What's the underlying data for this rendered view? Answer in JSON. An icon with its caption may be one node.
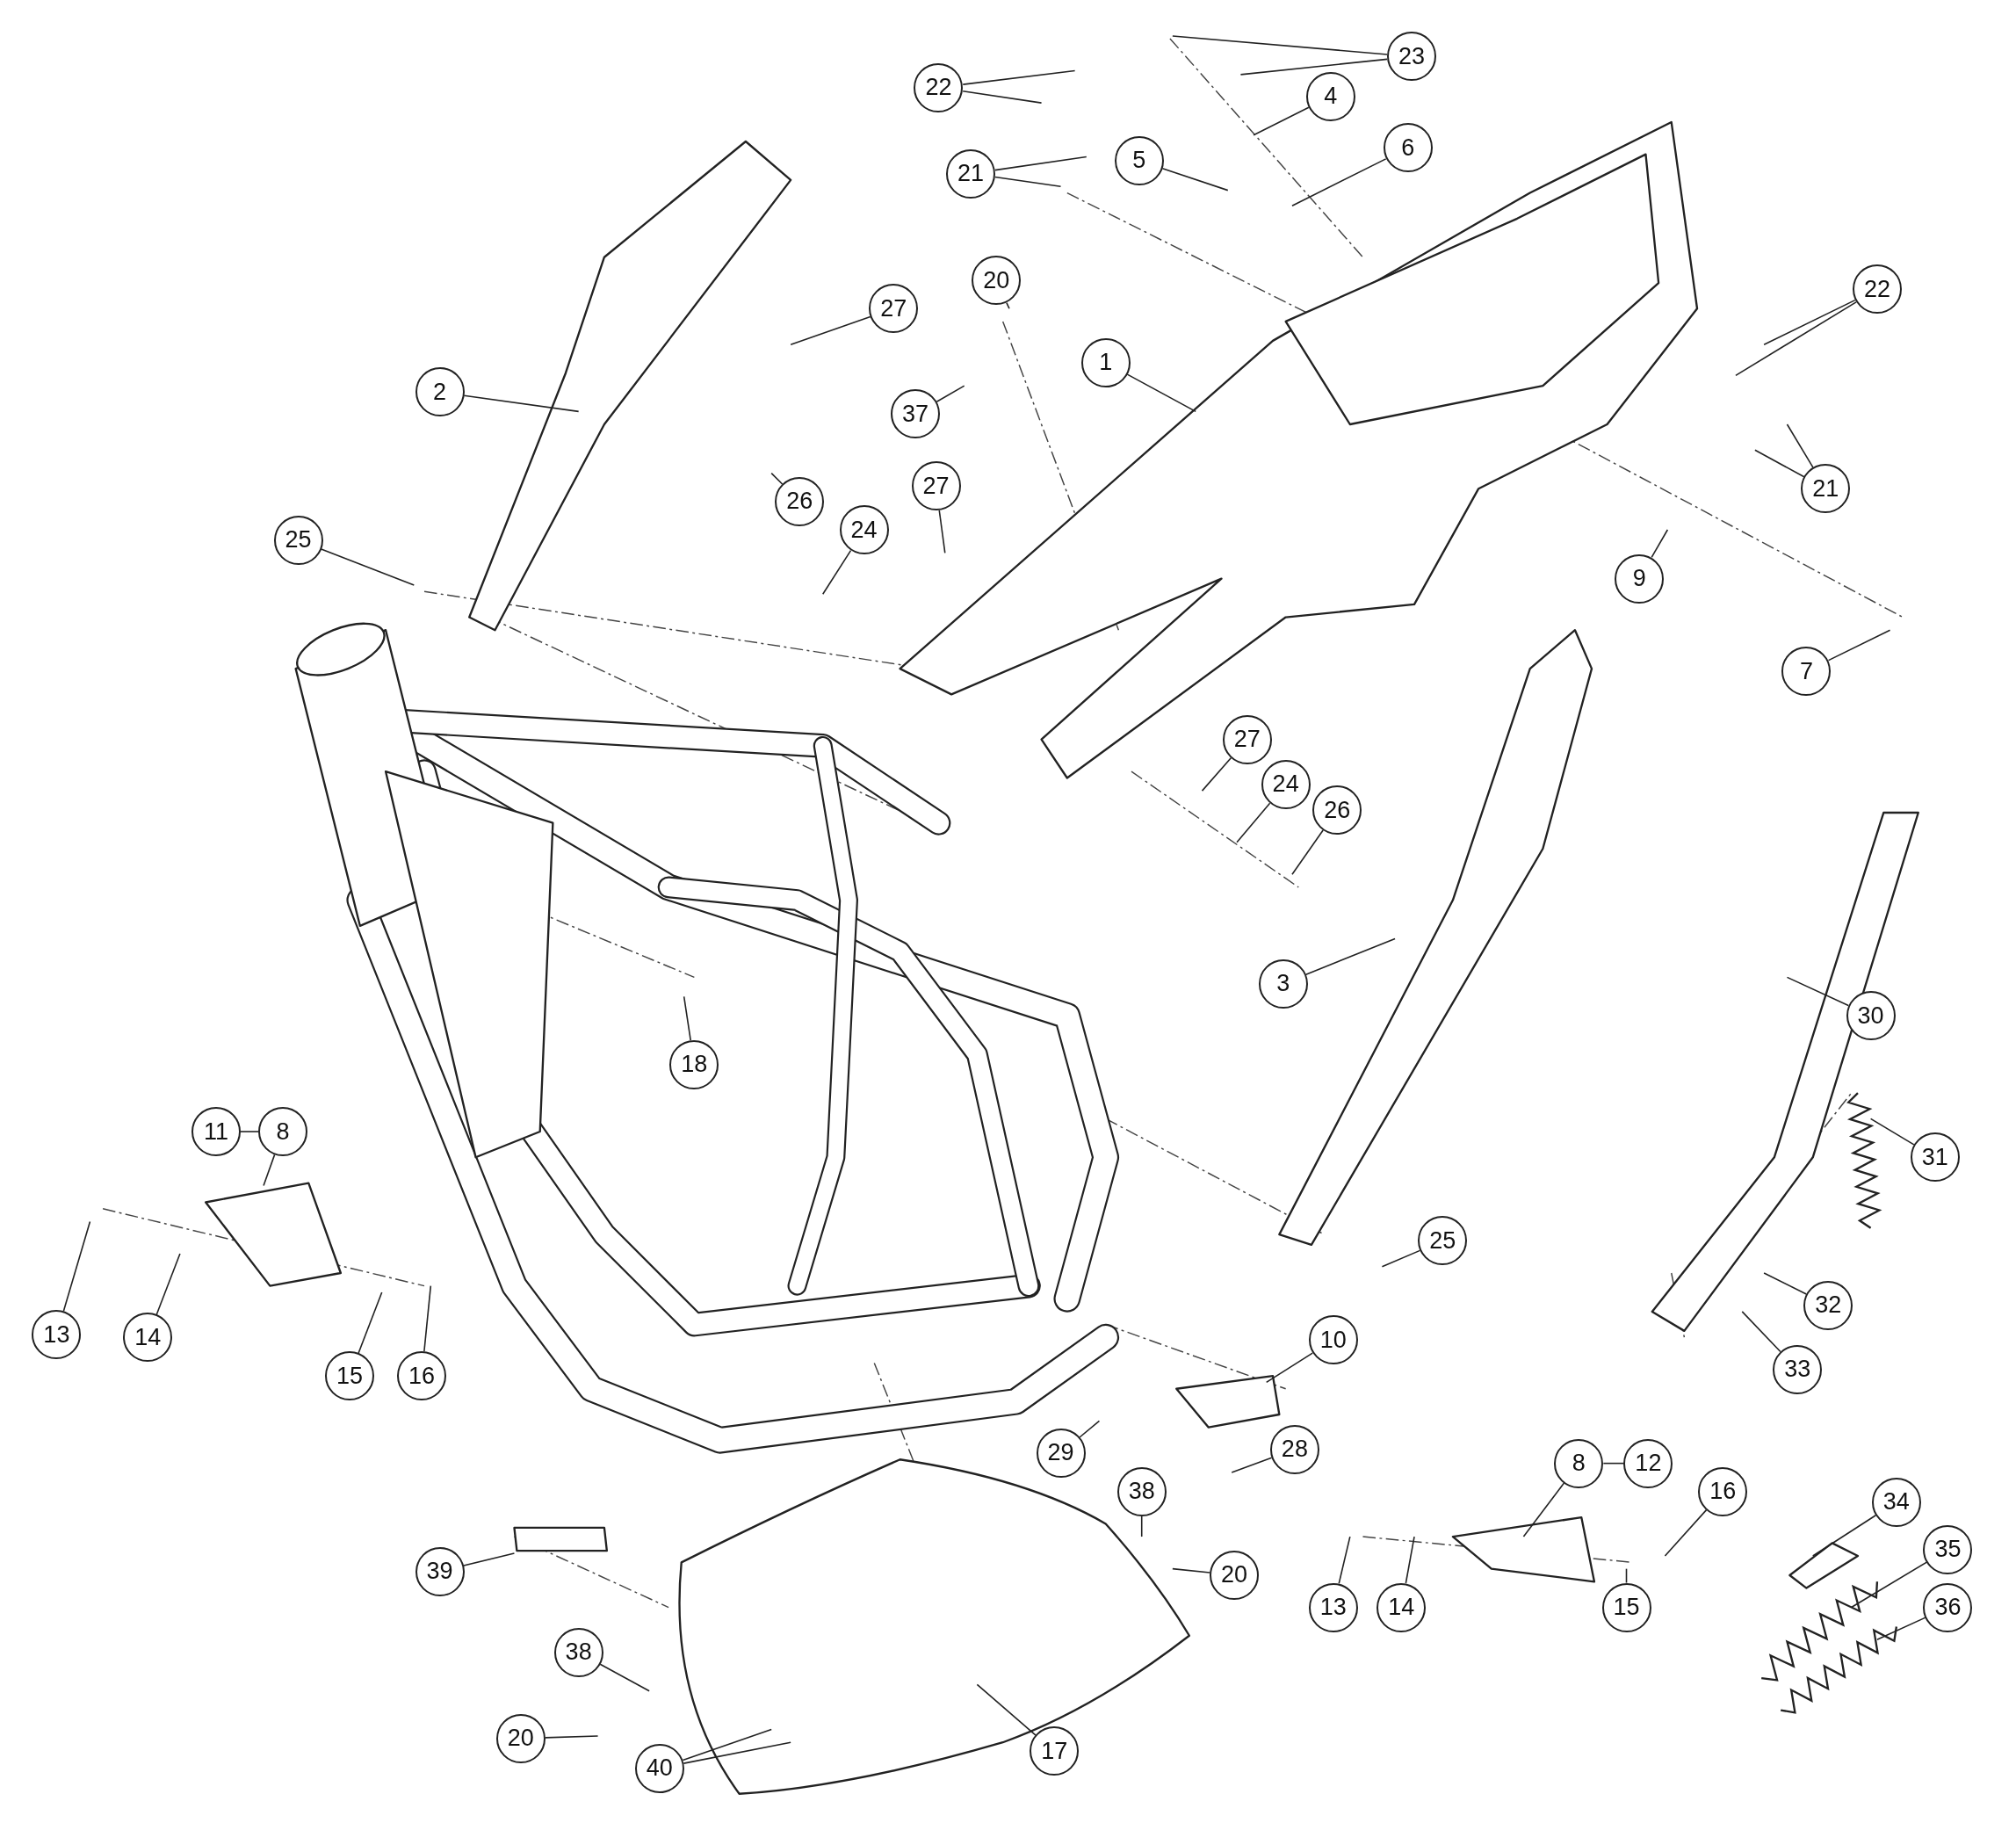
{
  "diagram": {
    "nodes": [
      {
        "text": [
          "22"
        ]
      },
      {
        "text": [
          "23"
        ]
      },
      {
        "text": [
          "4"
        ]
      },
      {
        "text": [
          "21"
        ]
      },
      {
        "text": [
          "5"
        ]
      },
      {
        "text": [
          "6"
        ]
      },
      {
        "text": [
          "27"
        ]
      },
      {
        "text": [
          "2"
        ]
      },
      {
        "text": [
          "20"
        ]
      },
      {
        "text": [
          "37"
        ]
      },
      {
        "text": [
          "1"
        ]
      },
      {
        "text": [
          "22"
        ]
      },
      {
        "text": [
          "21"
        ]
      },
      {
        "text": [
          "26"
        ]
      },
      {
        "text": [
          "24"
        ]
      },
      {
        "text": [
          "27"
        ]
      },
      {
        "text": [
          "25"
        ]
      },
      {
        "text": [
          "9"
        ]
      },
      {
        "text": [
          "7"
        ]
      },
      {
        "text": [
          "27"
        ]
      },
      {
        "text": [
          "24"
        ]
      },
      {
        "text": [
          "26"
        ]
      },
      {
        "text": [
          "3"
        ]
      },
      {
        "text": [
          "30"
        ]
      },
      {
        "text": [
          "18"
        ]
      },
      {
        "text": [
          "31"
        ]
      },
      {
        "text": [
          "11"
        ]
      },
      {
        "text": [
          "8"
        ]
      },
      {
        "text": [
          "13"
        ]
      },
      {
        "text": [
          "14"
        ]
      },
      {
        "text": [
          "15"
        ]
      },
      {
        "text": [
          "16"
        ]
      },
      {
        "text": [
          "25"
        ]
      },
      {
        "text": [
          "32"
        ]
      },
      {
        "text": [
          "33"
        ]
      },
      {
        "text": [
          "10"
        ]
      },
      {
        "text": [
          "29"
        ]
      },
      {
        "text": [
          "28"
        ]
      },
      {
        "text": [
          "38"
        ]
      },
      {
        "text": [
          "8"
        ]
      },
      {
        "text": [
          "12"
        ]
      },
      {
        "text": [
          "16"
        ]
      },
      {
        "text": [
          "34"
        ]
      },
      {
        "text": [
          "39"
        ]
      },
      {
        "text": [
          "20"
        ]
      },
      {
        "text": [
          "35"
        ]
      },
      {
        "text": [
          "36"
        ]
      },
      {
        "text": [
          "13"
        ]
      },
      {
        "text": [
          "14"
        ]
      },
      {
        "text": [
          "15"
        ]
      },
      {
        "text": [
          "38"
        ]
      },
      {
        "text": [
          "20"
        ]
      },
      {
        "text": [
          "17"
        ]
      },
      {
        "text": [
          "40"
        ]
      }
    ],
    "edges": [
      {
        "from": 0,
        "to": null,
        "arrow": "none"
      },
      {
        "from": 0,
        "to": null,
        "arrow": "none"
      },
      {
        "from": 1,
        "to": null,
        "arrow": "none"
      },
      {
        "from": 1,
        "to": null,
        "arrow": "none"
      },
      {
        "from": 2,
        "to": null,
        "arrow": "none"
      },
      {
        "from": 3,
        "to": null,
        "arrow": "none"
      },
      {
        "from": 3,
        "to": null,
        "arrow": "none"
      },
      {
        "from": 4,
        "to": null,
        "arrow": "none"
      },
      {
        "from": 5,
        "to": null,
        "arrow": "none"
      },
      {
        "from": 6,
        "to": null,
        "arrow": "none"
      },
      {
        "from": 7,
        "to": null,
        "arrow": "none"
      },
      {
        "from": 8,
        "to": null,
        "arrow": "none"
      },
      {
        "from": 9,
        "to": null,
        "arrow": "none"
      },
      {
        "from": 10,
        "to": null,
        "arrow": "none"
      },
      {
        "from": 11,
        "to": null,
        "arrow": "none"
      },
      {
        "from": 11,
        "to": null,
        "arrow": "none"
      },
      {
        "from": 12,
        "to": null,
        "arrow": "none"
      },
      {
        "from": 12,
        "to": null,
        "arrow": "none"
      },
      {
        "from": 13,
        "to": null,
        "arrow": "none"
      },
      {
        "from": 14,
        "to": null,
        "arrow": "none"
      },
      {
        "from": 15,
        "to": null,
        "arrow": "none"
      },
      {
        "from": 16,
        "to": null,
        "arrow": "none"
      },
      {
        "from": 17,
        "to": null,
        "arrow": "none"
      },
      {
        "from": 18,
        "to": null,
        "arrow": "none"
      },
      {
        "from": 19,
        "to": null,
        "arrow": "none"
      },
      {
        "from": 20,
        "to": null,
        "arrow": "none"
      },
      {
        "from": 21,
        "to": null,
        "arrow": "none"
      },
      {
        "from": 22,
        "to": null,
        "arrow": "none"
      },
      {
        "from": 23,
        "to": null,
        "arrow": "none"
      },
      {
        "from": 24,
        "to": null,
        "arrow": "none"
      },
      {
        "from": 25,
        "to": null,
        "arrow": "none"
      },
      {
        "from": 26,
        "to": 27,
        "arrow": "none"
      },
      {
        "from": 27,
        "to": null,
        "arrow": "none"
      },
      {
        "from": 28,
        "to": null,
        "arrow": "none"
      },
      {
        "from": 29,
        "to": null,
        "arrow": "none"
      },
      {
        "from": 30,
        "to": null,
        "arrow": "none"
      },
      {
        "from": 31,
        "to": null,
        "arrow": "none"
      },
      {
        "from": 32,
        "to": null,
        "arrow": "none"
      },
      {
        "from": 33,
        "to": null,
        "arrow": "none"
      },
      {
        "from": 34,
        "to": null,
        "arrow": "none"
      },
      {
        "from": 35,
        "to": null,
        "arrow": "none"
      },
      {
        "from": 36,
        "to": null,
        "arrow": "none"
      },
      {
        "from": 37,
        "to": null,
        "arrow": "none"
      },
      {
        "from": 38,
        "to": null,
        "arrow": "none"
      },
      {
        "from": 39,
        "to": 40,
        "arrow": "none"
      },
      {
        "from": 39,
        "to": null,
        "arrow": "none"
      },
      {
        "from": 41,
        "to": null,
        "arrow": "none"
      },
      {
        "from": 42,
        "to": null,
        "arrow": "none"
      },
      {
        "from": 43,
        "to": null,
        "arrow": "none"
      },
      {
        "from": 44,
        "to": null,
        "arrow": "none"
      },
      {
        "from": 45,
        "to": null,
        "arrow": "none"
      },
      {
        "from": 46,
        "to": null,
        "arrow": "none"
      },
      {
        "from": 47,
        "to": null,
        "arrow": "none"
      },
      {
        "from": 48,
        "to": null,
        "arrow": "none"
      },
      {
        "from": 49,
        "to": null,
        "arrow": "none"
      },
      {
        "from": 50,
        "to": null,
        "arrow": "none"
      },
      {
        "from": 51,
        "to": null,
        "arrow": "none"
      },
      {
        "from": 52,
        "to": null,
        "arrow": "none"
      },
      {
        "from": 53,
        "to": null,
        "arrow": "none"
      },
      {
        "from": 53,
        "to": null,
        "arrow": "none"
      }
    ]
  }
}
